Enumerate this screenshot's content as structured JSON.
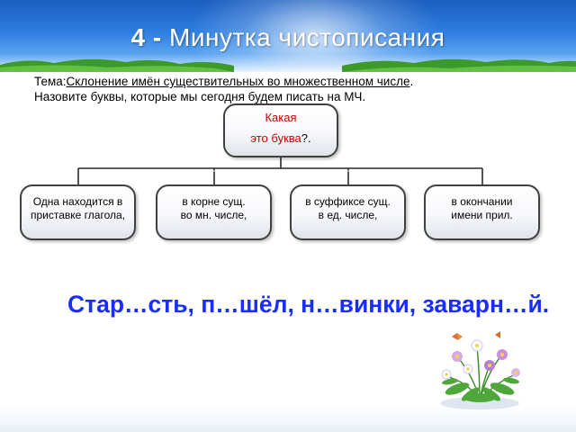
{
  "header": {
    "number": "4 -",
    "title": "Минутка чистописания"
  },
  "intro": {
    "topic_prefix": "Тема:",
    "topic": "Склонение имён существительных во множественном числе",
    "topic_suffix": ".",
    "line2": "Назовите буквы, которые мы сегодня будем писать на МЧ."
  },
  "diagram": {
    "root": {
      "line1": "Какая",
      "line2": "это буква",
      "mark": "?."
    },
    "children": [
      {
        "line1": "Одна находится в",
        "line2": "приставке глагола,"
      },
      {
        "line1": "в корне сущ.",
        "line2": "во мн. числе,"
      },
      {
        "line1": "в суффиксе сущ.",
        "line2": "в ед. числе,"
      },
      {
        "line1": "в окончании",
        "line2": "имени прил."
      }
    ]
  },
  "exercise": {
    "text": "Стар…сть, п…шёл, н…винки, заварн…й."
  },
  "colors": {
    "header_blue": "#2f7ee0",
    "exercise_blue": "#1a2dff",
    "question_red": "#cc0000"
  }
}
